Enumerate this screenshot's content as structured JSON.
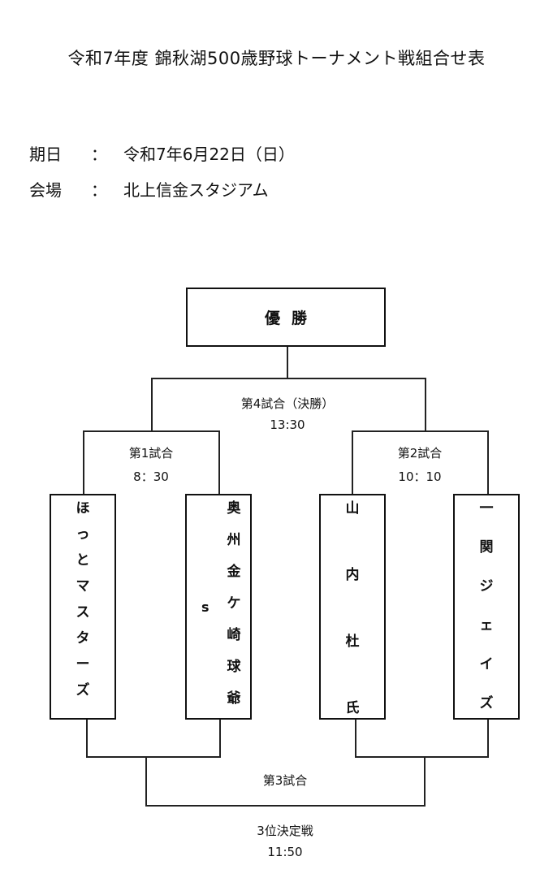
{
  "title": "令和7年度 錦秋湖500歳野球トーナメント戦組合せ表",
  "info": {
    "date_label": "期日",
    "date_value": "令和7年6月22日（日）",
    "venue_label": "会場",
    "venue_value": "北上信金スタジアム",
    "colon": "："
  },
  "champion": "優勝",
  "games": {
    "g1_label": "第1試合",
    "g1_time": "8：30",
    "g2_label": "第2試合",
    "g2_time": "10：10",
    "g4_label": "第4試合（決勝）",
    "g4_time": "13:30",
    "g3_label": "第3試合",
    "g3_sub": "3位決定戦",
    "g3_time": "11:50"
  },
  "teams": [
    {
      "name": "ほっとマスターズ",
      "chars": [
        "ほ",
        "っ",
        "と",
        "マ",
        "ス",
        "タ",
        "ー",
        "ズ"
      ]
    },
    {
      "name": "奥州金ケ崎球爺",
      "chars": [
        "奥",
        "州",
        "金",
        "ケ",
        "崎",
        "球",
        "爺"
      ],
      "side_note": "s"
    },
    {
      "name": "山内杜氏",
      "chars": [
        "山",
        "内",
        "杜",
        "氏"
      ]
    },
    {
      "name": "一関ジェイズ",
      "chars": [
        "一",
        "関",
        "ジ",
        "ェ",
        "イ",
        "ズ"
      ]
    }
  ]
}
